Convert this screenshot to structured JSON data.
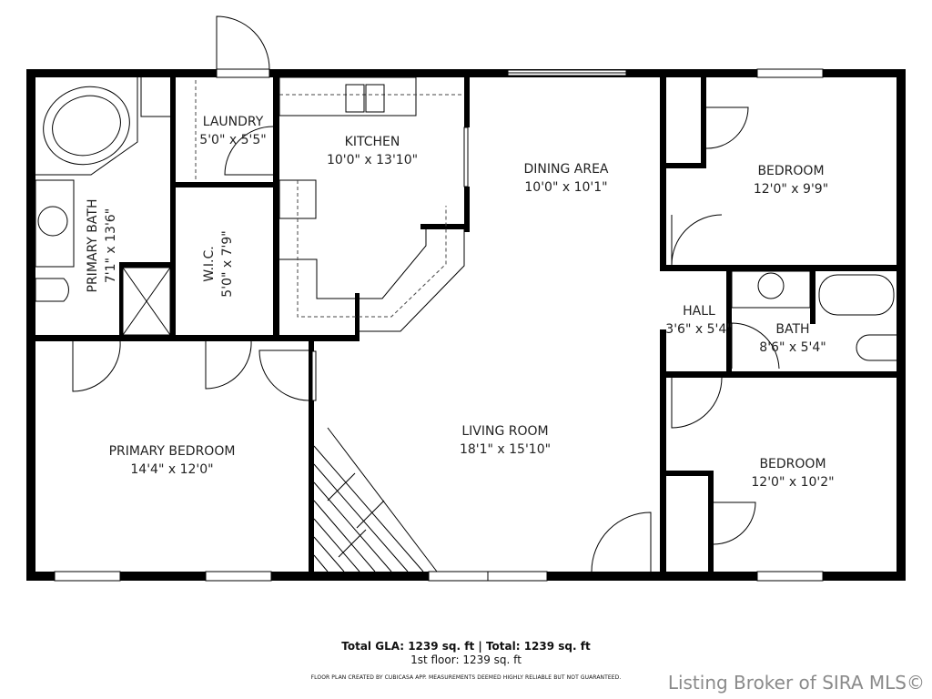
{
  "rooms": {
    "primary_bath": {
      "name": "PRIMARY BATH",
      "dim": "7'1\" x 13'6\""
    },
    "laundry": {
      "name": "LAUNDRY",
      "dim": "5'0\" x 5'5\""
    },
    "wic": {
      "name": "W.I.C.",
      "dim": "5'0\" x 7'9\""
    },
    "kitchen": {
      "name": "KITCHEN",
      "dim": "10'0\" x 13'10\""
    },
    "dining": {
      "name": "DINING AREA",
      "dim": "10'0\" x 10'1\""
    },
    "bedroom2": {
      "name": "BEDROOM",
      "dim": "12'0\" x 9'9\""
    },
    "hall": {
      "name": "HALL",
      "dim": "3'6\" x 5'4\""
    },
    "bath": {
      "name": "BATH",
      "dim": "8'6\" x 5'4\""
    },
    "bedroom3": {
      "name": "BEDROOM",
      "dim": "12'0\" x 10'2\""
    },
    "primary_bedroom": {
      "name": "PRIMARY BEDROOM",
      "dim": "14'4\" x 12'0\""
    },
    "living": {
      "name": "LIVING ROOM",
      "dim": "18'1\" x 15'10\""
    }
  },
  "summary": {
    "totals": "Total GLA: 1239 sq. ft | Total: 1239 sq. ft",
    "floor": "1st floor: 1239 sq. ft",
    "disclaimer": "FLOOR PLAN CREATED BY CUBICASA APP. MEASUREMENTS DEEMED HIGHLY RELIABLE BUT NOT GUARANTEED."
  },
  "watermark": "Listing Broker of SIRA MLS©"
}
